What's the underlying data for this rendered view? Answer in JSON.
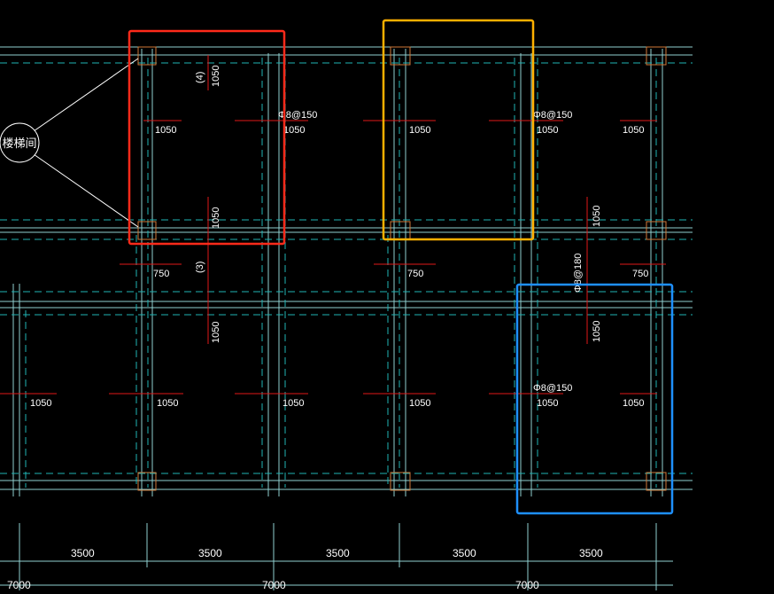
{
  "colors": {
    "background": "#000000",
    "beam_line": "#8fd0d0",
    "beam_dashed": "#1fb5b5",
    "rebar_red": "#e01818",
    "column_orange": "#d07838",
    "text_white": "#ffffff",
    "highlight_red": "#ff2a1a",
    "highlight_yellow": "#ffb000",
    "highlight_blue": "#1e90ff"
  },
  "labels": {
    "stair_room": "楼梯间",
    "span_marker_top": "(4)",
    "span_marker_mid": "(3)",
    "rebar_spec_150": "Φ8@150",
    "rebar_spec_180": "Φ8@180",
    "len_1050": "1050",
    "len_750": "750"
  },
  "dimensions": {
    "minor": [
      "3500",
      "3500",
      "3500",
      "3500",
      "3500"
    ],
    "major": [
      "7000",
      "7000",
      "7000"
    ]
  },
  "highlights": [
    {
      "name": "red-highlight-box",
      "color_key": "highlight_red"
    },
    {
      "name": "yellow-highlight-box",
      "color_key": "highlight_yellow"
    },
    {
      "name": "blue-highlight-box",
      "color_key": "highlight_blue"
    }
  ]
}
